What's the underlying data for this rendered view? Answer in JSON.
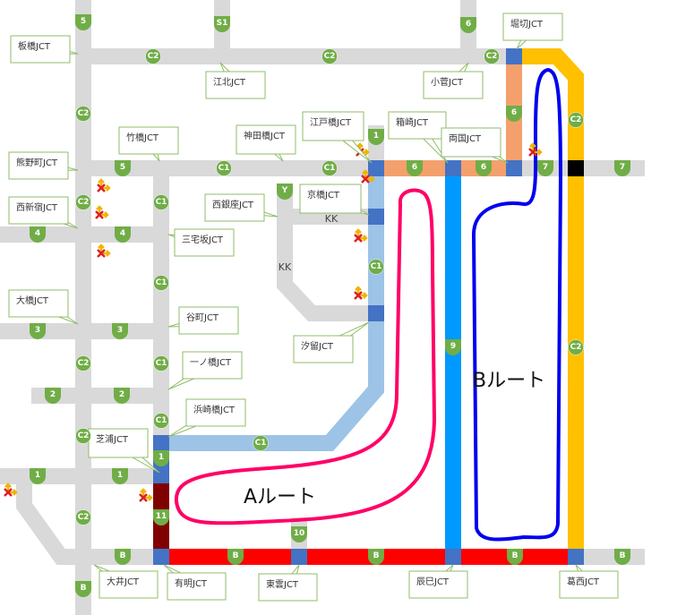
{
  "colors": {
    "road": "#d9d9d9",
    "junction": "#4472c4",
    "c1_highlight": "#9dc3e6",
    "route6": "#f4a06c",
    "c2_highlight": "#ffc000",
    "route9": "#0099ff",
    "bayshore": "#ff0000",
    "route11": "#800000",
    "route_a": "#ff0066",
    "route_b": "#0000ee",
    "badge": "#70ad47"
  },
  "junctions": [
    "板橋JCT",
    "江北JCT",
    "竹橋JCT",
    "神田橋JCT",
    "江戸橋JCT",
    "箱崎JCT",
    "両国JCT",
    "堀切JCT",
    "小菅JCT",
    "熊野町JCT",
    "西新宿JCT",
    "西銀座JCT",
    "京橋JCT",
    "三宅坂JCT",
    "大橋JCT",
    "谷町JCT",
    "汐留JCT",
    "一ノ橋JCT",
    "浜崎橋JCT",
    "芝浦JCT",
    "大井JCT",
    "有明JCT",
    "東雲JCT",
    "辰巳JCT",
    "葛西JCT"
  ],
  "route_badges": [
    "5",
    "S1",
    "6",
    "5",
    "4",
    "4",
    "3",
    "3",
    "2",
    "2",
    "1",
    "1",
    "1",
    "6",
    "6",
    "6",
    "7",
    "7",
    "1",
    "11",
    "10",
    "9",
    "B",
    "B",
    "B",
    "B",
    "B",
    "B",
    "Y"
  ],
  "ring_badges": [
    "C2",
    "C2",
    "C2",
    "C2",
    "C1",
    "C1",
    "C2",
    "C1",
    "C1",
    "C2",
    "C1",
    "C1",
    "C2",
    "C1",
    "C2",
    "C1",
    "C2",
    "C2"
  ],
  "road_labels": [
    "KK",
    "KK"
  ],
  "routes": {
    "a": "Aルート",
    "b": "Bルート"
  }
}
